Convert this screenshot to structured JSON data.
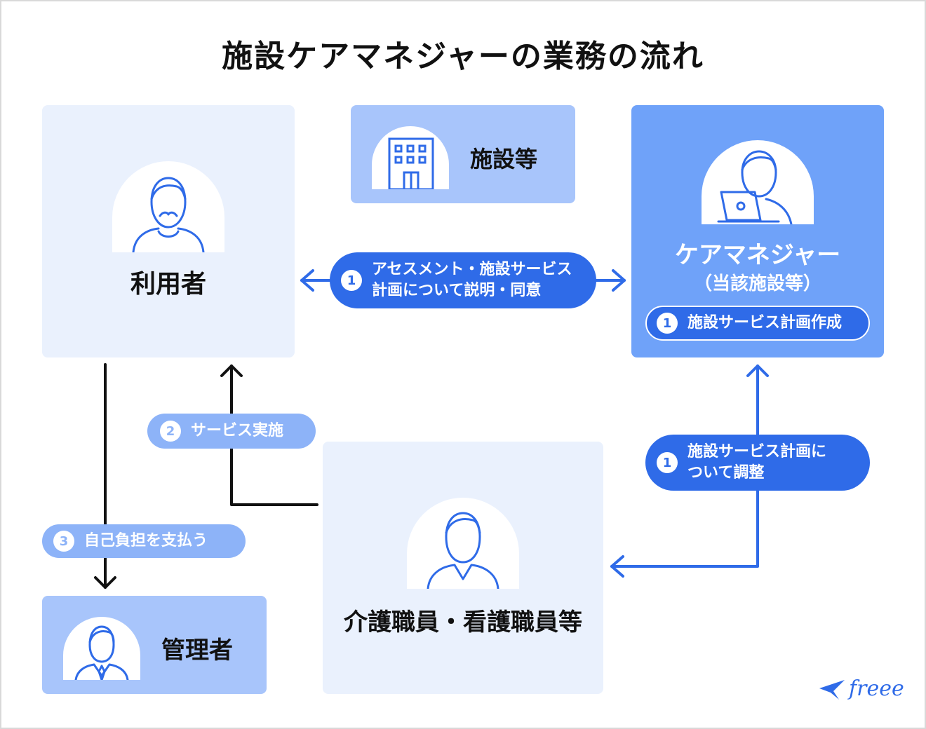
{
  "title": "施設ケアマネジャーの業務の流れ",
  "nodes": {
    "user": {
      "label": "利用者",
      "icon": "person-mustache-icon"
    },
    "facility": {
      "label": "施設等",
      "icon": "building-icon"
    },
    "caremanager": {
      "label": "ケアマネジャー",
      "sublabel": "（当該施設等）",
      "icon": "person-laptop-icon",
      "badge_num": "1",
      "badge_text": "施設サービス計画作成"
    },
    "staff": {
      "label": "介護職員・看護職員等",
      "icon": "person-icon"
    },
    "manager": {
      "label": "管理者",
      "icon": "person-suit-icon"
    }
  },
  "flows": {
    "assessment": {
      "num": "1",
      "line1": "アセスメント・施設サービス",
      "line2": "計画について説明・同意"
    },
    "service": {
      "num": "2",
      "text": "サービス実施"
    },
    "payment": {
      "num": "3",
      "text": "自己負担を支払う"
    },
    "adjust": {
      "num": "1",
      "line1": "施設サービス計画に",
      "line2": "ついて調整"
    }
  },
  "logo": {
    "text": "freee"
  },
  "colors": {
    "primary": "#2f6be8",
    "light_box": "#eaf1fd",
    "mid_box": "#a8c5fb",
    "strong_box": "#6fa2f9",
    "soft_pill": "#8db3f8"
  }
}
